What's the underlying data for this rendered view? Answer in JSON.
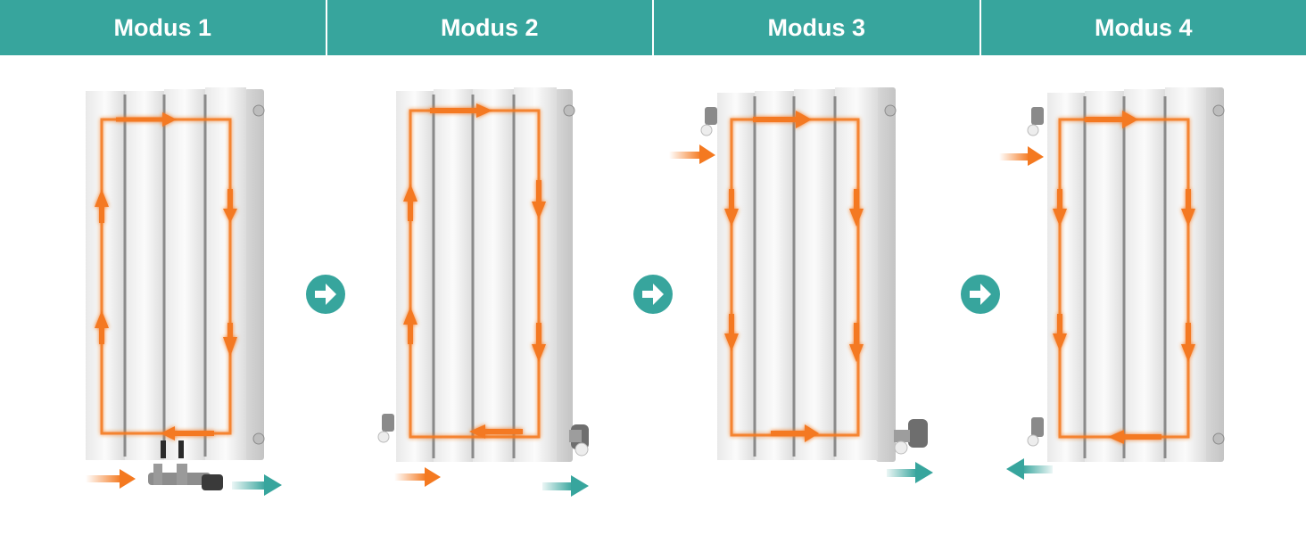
{
  "modes": [
    {
      "label": "Modus 1"
    },
    {
      "label": "Modus 2"
    },
    {
      "label": "Modus 3"
    },
    {
      "label": "Modus 4"
    }
  ],
  "colors": {
    "header_bg": "#37a59d",
    "header_text": "#ffffff",
    "hot_flow": "#f47920",
    "cold_flow": "#37a59d",
    "step_arrow": "#37a59d"
  },
  "icons": [
    "arrow-right-circle-icon",
    "hot-water-arrow-icon",
    "return-water-arrow-icon",
    "valve-icon"
  ]
}
